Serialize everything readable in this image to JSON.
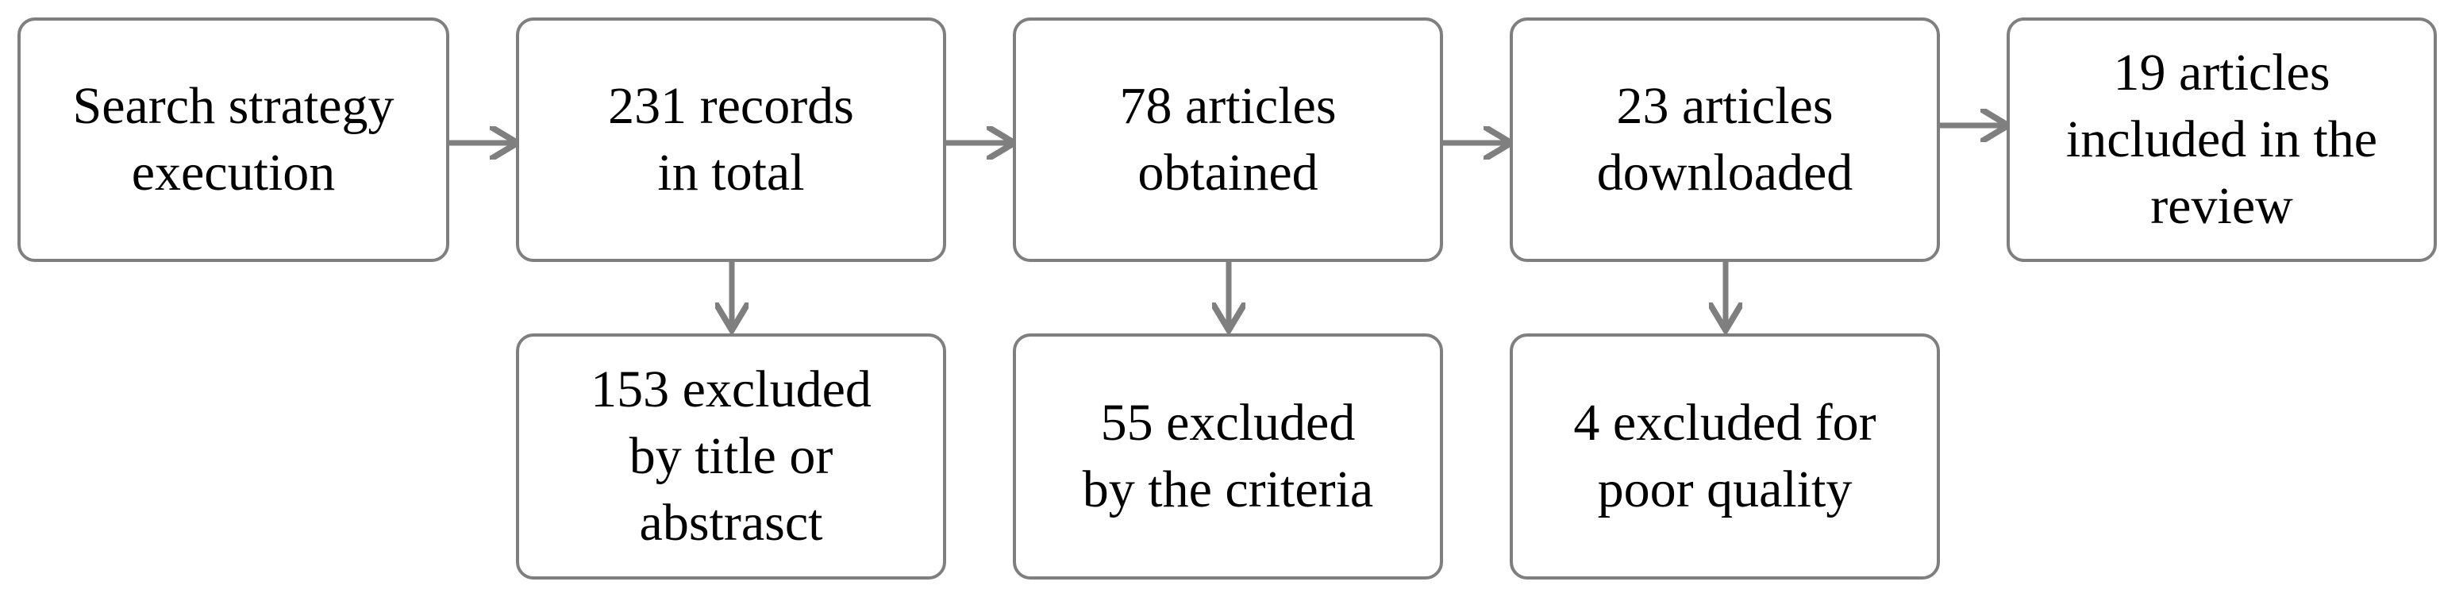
{
  "flow": {
    "top": [
      {
        "line1": "Search strategy",
        "line2": "execution",
        "line3": ""
      },
      {
        "line1": "231 records",
        "line2": "in total",
        "line3": ""
      },
      {
        "line1": "78 articles",
        "line2": "obtained",
        "line3": ""
      },
      {
        "line1": "23 articles",
        "line2": "downloaded",
        "line3": ""
      },
      {
        "line1": "19 articles",
        "line2": "included in the",
        "line3": "review"
      }
    ],
    "bottom": [
      {
        "line1": "153 excluded",
        "line2": "by title or",
        "line3": "abstrasct"
      },
      {
        "line1": "55 excluded",
        "line2": "by the criteria",
        "line3": ""
      },
      {
        "line1": "4 excluded for",
        "line2": "poor quality",
        "line3": ""
      }
    ]
  },
  "colors": {
    "border": "#7f7f7f",
    "arrow": "#7f7f7f",
    "text": "#000000"
  }
}
